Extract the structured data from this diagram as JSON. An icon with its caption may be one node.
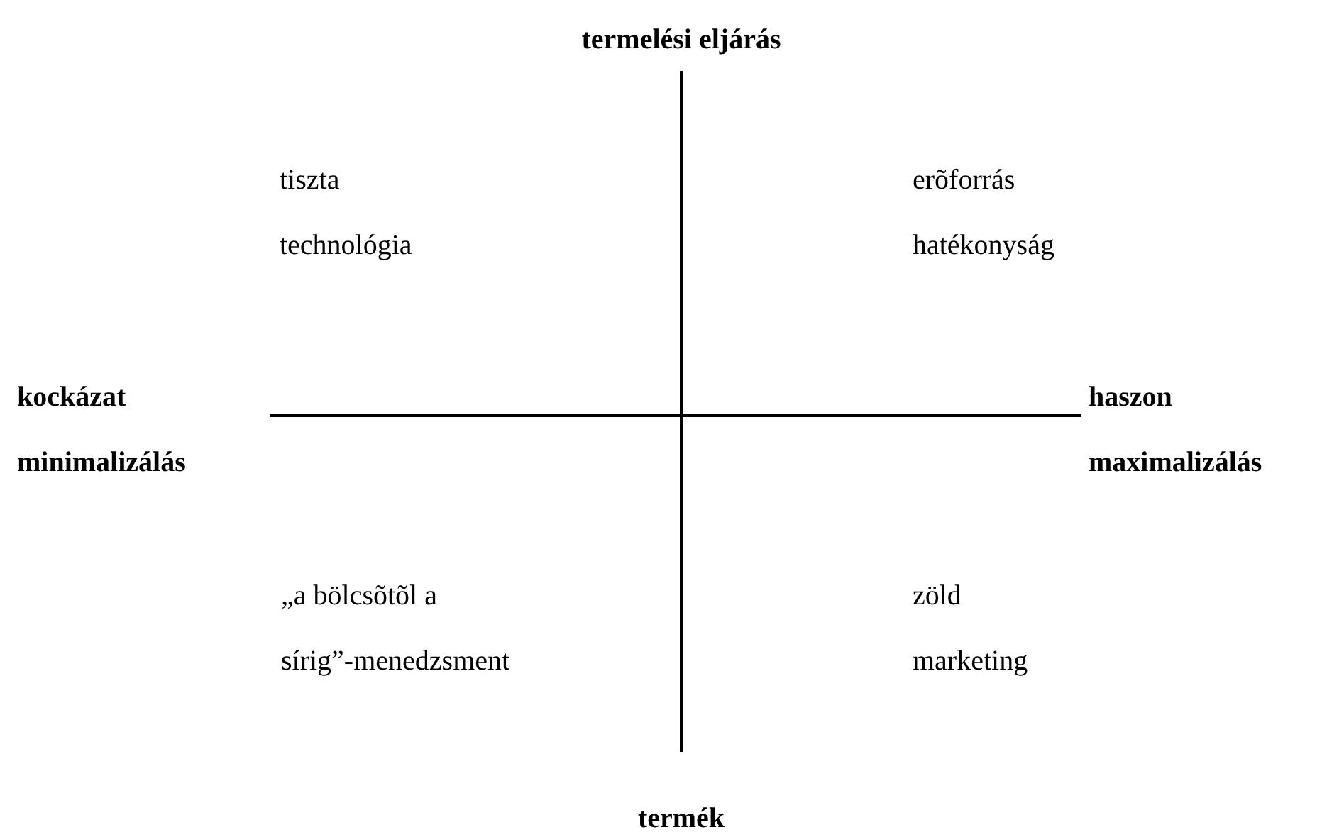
{
  "diagram": {
    "labels": [
      "termelési eljárás",
      "tiszta technológia",
      "erõforrás hatékonyság",
      "kockázat minimalizálás",
      "haszon maximalizálás",
      "„a bölcsõtõl a sírig”-menedzsment",
      "zöld marketing",
      "termék"
    ]
  }
}
